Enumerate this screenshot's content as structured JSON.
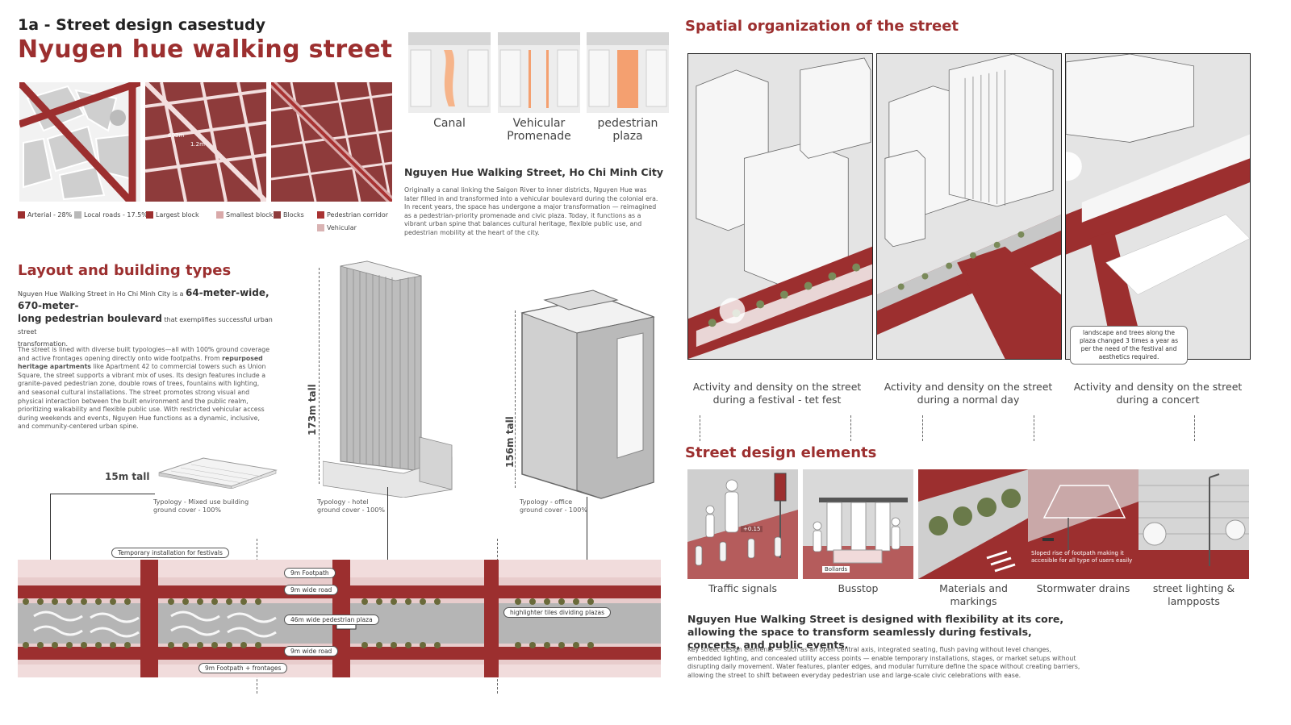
{
  "header": {
    "kicker": "1a - Street design casestudy",
    "title": "Nyugen hue walking street"
  },
  "maps": {
    "labels": [
      "603m",
      "1.2m"
    ],
    "legend": [
      {
        "label": "Arterial - 28%",
        "color": "#9c2f2f"
      },
      {
        "label": "Local roads - 17.5%",
        "color": "#b9b9b9"
      },
      {
        "label": "Largest block",
        "color": "#9c2f2f"
      },
      {
        "label": "Smallest block",
        "color": "#d9a9a9"
      },
      {
        "label": "Blocks",
        "color": "#8e3b3b"
      },
      {
        "label": "Pedestrian corridor",
        "color": "#a83232"
      },
      {
        "label": "Vehicular",
        "color": "#d9b3b3"
      }
    ]
  },
  "evolution": {
    "stages": [
      {
        "label": "Canal"
      },
      {
        "label": "Vehicular Promenade"
      },
      {
        "label": "pedestrian plaza"
      }
    ]
  },
  "intro": {
    "heading": "Nguyen Hue Walking Street, Ho Chi Minh City",
    "body": "Originally a canal linking the Saigon River to inner districts, Nguyen Hue was later filled in and transformed into a vehicular boulevard during the colonial era. In recent years, the space has undergone a major transformation — reimagined as a pedestrian-priority promenade and civic plaza. Today, it functions as a vibrant urban spine that balances cultural heritage, flexible public use, and pedestrian mobility at the heart of the city."
  },
  "layout": {
    "heading": "Layout and building types",
    "lead_pre": "Nguyen Hue Walking Street in Ho Chi Minh City is a",
    "lead_bold_1": "64-meter-wide,",
    "lead_bold_2": "670-meter-",
    "lead_bold_3": "long pedestrian boulevard",
    "lead_post": "that exemplifies successful urban street",
    "lead_tail": "transformation.",
    "body_1": "The street is lined with diverse built typologies—all with 100% ground coverage and active frontages opening directly onto wide footpaths. From",
    "body_bold": "repurposed heritage apartments",
    "body_2": "like Apartment 42 to commercial towers such as Union Square, the street supports a vibrant mix of uses. Its design features include a granite-paved pedestrian zone, double rows of trees, fountains with lighting, and seasonal cultural installations. The street promotes strong visual and physical interaction between the built environment and the public realm, prioritizing walkability and flexible public use. With restricted vehicular access during weekends and events, Nguyen Hue functions as a dynamic, inclusive, and community-centered urban spine."
  },
  "buildings": [
    {
      "height": "15m tall",
      "caption": "Typology - Mixed use building",
      "cover": "ground cover - 100%"
    },
    {
      "height": "173m tall",
      "caption": "Typology - hotel",
      "cover": "ground cover - 100%"
    },
    {
      "height": "156m tall",
      "caption": "Typology - office",
      "cover": "ground cover - 100%"
    }
  ],
  "plan": {
    "tags": {
      "installation": "Temporary installation for festivals",
      "footpath_top": "9m Footpath",
      "road_top": "9m wide road",
      "plaza": "46m wide pedestrian plaza",
      "tiles": "highlighter tiles dividing plazas",
      "road_bottom": "9m wide road",
      "footpath_bottom": "9m Footpath + frontages"
    }
  },
  "spatial": {
    "heading": "Spatial organization of the street",
    "panels": [
      {
        "caption": "Activity and density on the street during a festival - tet fest"
      },
      {
        "caption": "Activity and density on the street during a normal day"
      },
      {
        "caption": "Activity and density on the street during a concert"
      }
    ],
    "note": "landscape and trees along the plaza changed 3 times a year as per the need of the festival and aesthetics required."
  },
  "elements": {
    "heading": "Street design elements",
    "items": [
      {
        "caption": "Traffic signals",
        "label": "+0.15"
      },
      {
        "caption": "Busstop",
        "label": "Bollards"
      },
      {
        "caption": "Materials and markings",
        "label": ""
      },
      {
        "caption": "Stormwater drains",
        "label": "Sloped rise of footpath making it accesible for all type of users easily"
      },
      {
        "caption": "street lighting & lampposts",
        "label": ""
      }
    ]
  },
  "closing": {
    "heading": "Nguyen Hue Walking Street is designed with flexibility at its core, allowing the space to transform seamlessly during festivals, concerts, and public events.",
    "body": "Key street design elements — such as an open central axis, integrated seating, flush paving without level changes, embedded lighting, and concealed utility access points — enable temporary installations, stages, or market setups without disrupting daily movement. Water features, planter edges, and modular furniture define the space without creating barriers, allowing the street to shift between everyday pedestrian use and large-scale civic celebrations with ease."
  },
  "colors": {
    "accent": "#9c2f2f",
    "block": "#8e3b3b",
    "street": "#e6c9c9",
    "canal": "#f4a070"
  }
}
